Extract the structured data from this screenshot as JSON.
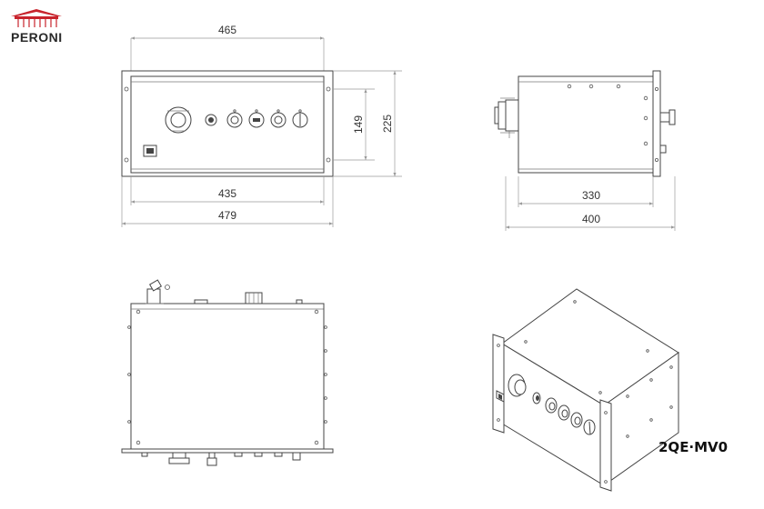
{
  "brand": {
    "name": "PERONI",
    "roof_color": "#c8232c",
    "text_color": "#2a2a2a"
  },
  "model": "2QE·MV0",
  "front_view": {
    "width_top": "465",
    "width_inner": "435",
    "width_overall": "479",
    "height_inner": "149",
    "height_overall": "225"
  },
  "side_view": {
    "depth_inner": "330",
    "depth_overall": "400"
  },
  "colors": {
    "line": "#444444",
    "dimension": "#9a9a9a"
  }
}
